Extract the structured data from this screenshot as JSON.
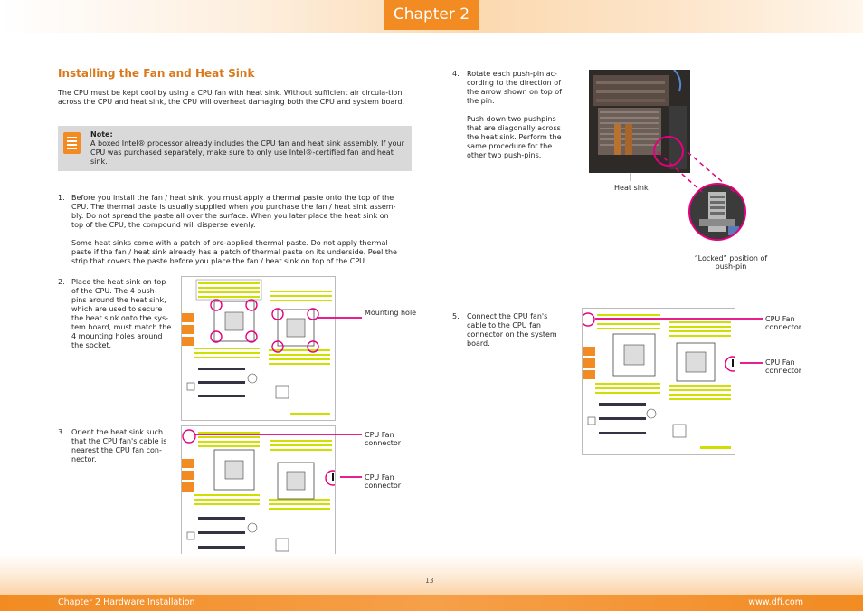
{
  "header": {
    "chapter": "Chapter 2"
  },
  "section": {
    "title": "Installing the Fan and Heat Sink"
  },
  "intro": "The CPU must be kept cool by using a CPU fan with heat sink. Without sufficient air circula-tion across the CPU and heat sink, the CPU will overheat damaging both the CPU and system board.",
  "note": {
    "title": "Note:",
    "line1": "A boxed Intel® processor already includes the CPU fan and heat sink assembly. If your",
    "line2": "CPU was purchased separately, make sure to only use Intel®-certified fan and heat",
    "line3": "sink."
  },
  "steps": {
    "s1": {
      "num": "1.",
      "lines": [
        "Before you install the fan / heat sink, you must apply a thermal paste onto the top of the",
        "CPU. The thermal paste is usually supplied when you purchase the fan / heat sink assem-",
        "bly. Do not spread the paste all over the surface. When you later place the heat sink on",
        "top of the CPU, the compound will disperse evenly."
      ],
      "lines2": [
        "Some heat sinks come with a patch of pre-applied thermal paste. Do not apply thermal",
        "paste if the fan / heat sink already has a patch of thermal paste on its underside. Peel the",
        "strip that covers the paste before you place the fan / heat sink on top of the CPU."
      ]
    },
    "s2": {
      "num": "2.",
      "lines": [
        "Place the heat sink on top",
        "of the CPU. The 4 push-",
        "pins around the heat sink,",
        "which are used to secure",
        "the heat sink onto the sys-",
        "tem board, must match the",
        "4 mounting holes around",
        "the socket."
      ]
    },
    "s3": {
      "num": "3.",
      "lines": [
        "Orient the heat sink such",
        "that the CPU fan's cable is",
        "nearest the CPU fan con-",
        "nector."
      ]
    },
    "s4": {
      "num": "4.",
      "lines": [
        "Rotate each push-pin ac-",
        "cording to the direction of",
        "the arrow shown on top of",
        "the pin."
      ],
      "lines2": [
        "Push down two pushpins",
        "that are diagonally across",
        "the heat sink. Perform the",
        "same procedure for the",
        "other two push-pins."
      ]
    },
    "s5": {
      "num": "5.",
      "lines": [
        "Connect the CPU fan's",
        "cable to the CPU fan",
        "connector on the system",
        "board."
      ]
    }
  },
  "callouts": {
    "mounting_hole": "Mounting hole",
    "cpu_fan_1": "CPU Fan",
    "cpu_fan_2": "connector",
    "heat_sink": "Heat sink",
    "locked_1": "“Locked” position of",
    "locked_2": "push-pin"
  },
  "footer": {
    "left": "Chapter 2 Hardware Installation",
    "right": "www.dfi.com",
    "page": "13"
  },
  "colors": {
    "accent": "#f28b22",
    "highlight": "#e4007f",
    "title": "#d9791c"
  }
}
